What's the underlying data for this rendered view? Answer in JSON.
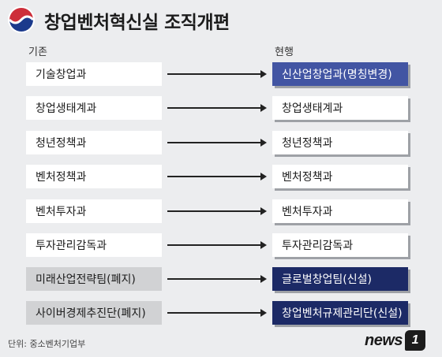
{
  "title": "창업벤처혁신실 조직개편",
  "columns": {
    "before": "기존",
    "after": "현행"
  },
  "rows": [
    {
      "before": "기술창업과",
      "after": "신산업창업과(명칭변경)",
      "before_status": "normal",
      "after_status": "renamed"
    },
    {
      "before": "창업생태계과",
      "after": "창업생태계과",
      "before_status": "normal",
      "after_status": "normal"
    },
    {
      "before": "청년정책과",
      "after": "청년정책과",
      "before_status": "normal",
      "after_status": "normal"
    },
    {
      "before": "벤처정책과",
      "after": "벤처정책과",
      "before_status": "normal",
      "after_status": "normal"
    },
    {
      "before": "벤처투자과",
      "after": "벤처투자과",
      "before_status": "normal",
      "after_status": "normal"
    },
    {
      "before": "투자관리감독과",
      "after": "투자관리감독과",
      "before_status": "normal",
      "after_status": "normal"
    },
    {
      "before": "미래산업전략팀(폐지)",
      "after": "글로벌창업팀(신설)",
      "before_status": "abolished",
      "after_status": "created"
    },
    {
      "before": "사이버경제추진단(폐지)",
      "after": "창업벤처규제관리단(신설)",
      "before_status": "abolished",
      "after_status": "created"
    }
  ],
  "unit_note": "단위: 중소벤처기업부",
  "brand": {
    "text": "news",
    "number": "1"
  },
  "colors": {
    "background": "#ecedef",
    "renamed": "#4255a3",
    "created": "#1c2a66",
    "abolished": "#d1d2d4"
  }
}
